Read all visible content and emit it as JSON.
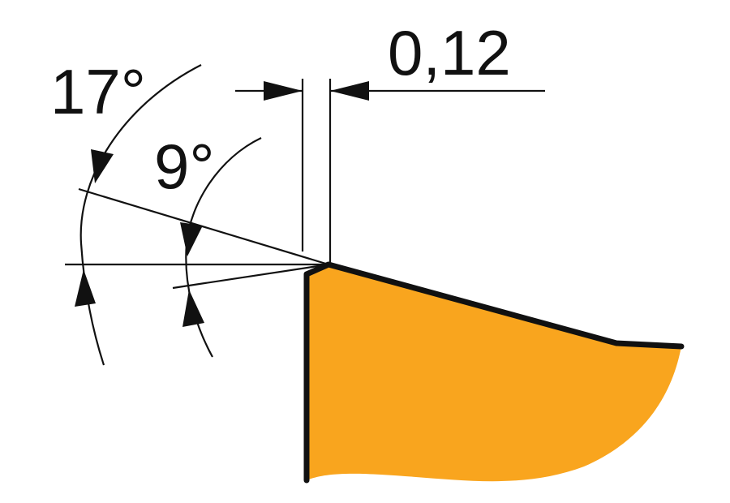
{
  "diagram": {
    "labels": {
      "edge_width": "0,12",
      "clearance_angle_large": "17°",
      "clearance_angle_small": "9°"
    },
    "colors": {
      "insert_fill": "#F9A51E",
      "outline": "#111111",
      "background": "#FFFFFF"
    }
  }
}
